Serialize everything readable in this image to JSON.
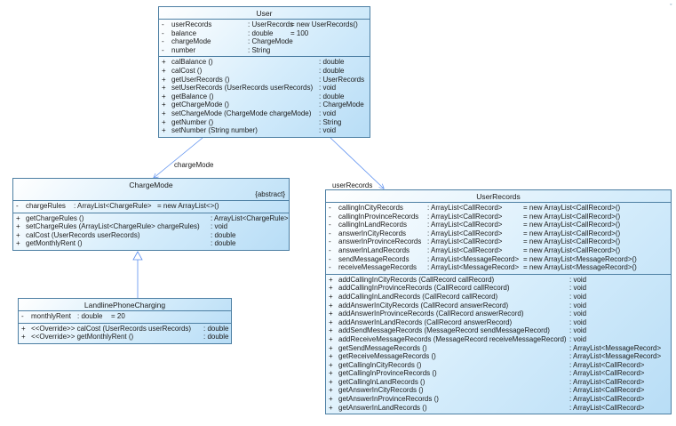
{
  "classes": {
    "user": {
      "name": "User",
      "attributes": [
        {
          "vis": "-",
          "name": "userRecords",
          "type": ": UserRecords",
          "init": "= new UserRecords()"
        },
        {
          "vis": "-",
          "name": "balance",
          "type": ": double",
          "init": "= 100"
        },
        {
          "vis": "-",
          "name": "chargeMode",
          "type": ": ChargeMode",
          "init": ""
        },
        {
          "vis": "-",
          "name": "number",
          "type": ": String",
          "init": ""
        }
      ],
      "operations": [
        {
          "vis": "+",
          "sig": "calBalance ()",
          "ret": ": double"
        },
        {
          "vis": "+",
          "sig": "calCost ()",
          "ret": ": double"
        },
        {
          "vis": "+",
          "sig": "getUserRecords ()",
          "ret": ": UserRecords"
        },
        {
          "vis": "+",
          "sig": "setUserRecords (UserRecords userRecords)",
          "ret": ": void"
        },
        {
          "vis": "+",
          "sig": "getBalance ()",
          "ret": ": double"
        },
        {
          "vis": "+",
          "sig": "getChargeMode ()",
          "ret": ": ChargeMode"
        },
        {
          "vis": "+",
          "sig": "setChargeMode (ChargeMode chargeMode)",
          "ret": ": void"
        },
        {
          "vis": "+",
          "sig": "getNumber ()",
          "ret": ": String"
        },
        {
          "vis": "+",
          "sig": "setNumber (String number)",
          "ret": ": void"
        }
      ]
    },
    "chargeMode": {
      "name": "ChargeMode",
      "stereotype": "{abstract}",
      "attributes": [
        {
          "vis": "-",
          "name": "chargeRules",
          "type": ": ArrayList<ChargeRule>",
          "init": "= new ArrayList<>()"
        }
      ],
      "operations": [
        {
          "vis": "+",
          "sig": "getChargeRules ()",
          "ret": ": ArrayList<ChargeRule>"
        },
        {
          "vis": "+",
          "sig": "setChargeRules (ArrayList<ChargeRule> chargeRules)",
          "ret": ": void"
        },
        {
          "vis": "+",
          "sig": "calCost (UserRecords userRecords)",
          "ret": ": double"
        },
        {
          "vis": "+",
          "sig": "getMonthlyRent ()",
          "ret": ": double"
        }
      ]
    },
    "landline": {
      "name": "LandlinePhoneCharging",
      "attributes": [
        {
          "vis": "-",
          "name": "monthlyRent",
          "type": ": double",
          "init": "= 20"
        }
      ],
      "operations": [
        {
          "vis": "+",
          "sig": "<<Override>>  calCost (UserRecords userRecords)",
          "ret": ": double"
        },
        {
          "vis": "+",
          "sig": "<<Override>>  getMonthlyRent ()",
          "ret": ": double"
        }
      ]
    },
    "userRecords": {
      "name": "UserRecords",
      "attributes": [
        {
          "vis": "-",
          "name": "callingInCityRecords",
          "type": ": ArrayList<CallRecord>",
          "init": "= new ArrayList<CallRecord>()"
        },
        {
          "vis": "-",
          "name": "callingInProvinceRecords",
          "type": ": ArrayList<CallRecord>",
          "init": "= new ArrayList<CallRecord>()"
        },
        {
          "vis": "-",
          "name": "callingInLandRecords",
          "type": ": ArrayList<CallRecord>",
          "init": "= new ArrayList<CallRecord>()"
        },
        {
          "vis": "-",
          "name": "answerInCityRecords",
          "type": ": ArrayList<CallRecord>",
          "init": "= new ArrayList<CallRecord>()"
        },
        {
          "vis": "-",
          "name": "answerInProvinceRecords",
          "type": ": ArrayList<CallRecord>",
          "init": "= new ArrayList<CallRecord>()"
        },
        {
          "vis": "-",
          "name": "answerInLandRecords",
          "type": ": ArrayList<CallRecord>",
          "init": "= new ArrayList<CallRecord>()"
        },
        {
          "vis": "-",
          "name": "sendMessageRecords",
          "type": ": ArrayList<MessageRecord>",
          "init": "= new ArrayList<MessageRecord>()"
        },
        {
          "vis": "-",
          "name": "receiveMessageRecords",
          "type": ": ArrayList<MessageRecord>",
          "init": "= new ArrayList<MessageRecord>()"
        }
      ],
      "operations": [
        {
          "vis": "+",
          "sig": "addCallingInCityRecords (CallRecord callRecord)",
          "ret": ": void"
        },
        {
          "vis": "+",
          "sig": "addCallingInProvinceRecords (CallRecord callRecord)",
          "ret": ": void"
        },
        {
          "vis": "+",
          "sig": "addCallingInLandRecords (CallRecord callRecord)",
          "ret": ": void"
        },
        {
          "vis": "+",
          "sig": "addAnswerInCityRecords (CallRecord answerRecord)",
          "ret": ": void"
        },
        {
          "vis": "+",
          "sig": "addAnswerInProvinceRecords (CallRecord answerRecord)",
          "ret": ": void"
        },
        {
          "vis": "+",
          "sig": "addAnswerInLandRecords (CallRecord answerRecord)",
          "ret": ": void"
        },
        {
          "vis": "+",
          "sig": "addSendMessageRecords (MessageRecord sendMessageRecord)",
          "ret": ": void"
        },
        {
          "vis": "+",
          "sig": "addReceiveMessageRecords (MessageRecord receiveMessageRecord)",
          "ret": ": void"
        },
        {
          "vis": "+",
          "sig": "getSendMessageRecords ()",
          "ret": ": ArrayList<MessageRecord>"
        },
        {
          "vis": "+",
          "sig": "getReceiveMessageRecords ()",
          "ret": ": ArrayList<MessageRecord>"
        },
        {
          "vis": "+",
          "sig": "getCallingInCityRecords ()",
          "ret": ": ArrayList<CallRecord>"
        },
        {
          "vis": "+",
          "sig": "getCallingInProvinceRecords ()",
          "ret": ": ArrayList<CallRecord>"
        },
        {
          "vis": "+",
          "sig": "getCallingInLandRecords ()",
          "ret": ": ArrayList<CallRecord>"
        },
        {
          "vis": "+",
          "sig": "getAnswerInCityRecords ()",
          "ret": ": ArrayList<CallRecord>"
        },
        {
          "vis": "+",
          "sig": "getAnswerInProvinceRecords ()",
          "ret": ": ArrayList<CallRecord>"
        },
        {
          "vis": "+",
          "sig": "getAnswerInLandRecords ()",
          "ret": ": ArrayList<CallRecord>"
        }
      ]
    }
  },
  "edges": {
    "user_chargeMode_label": "chargeMode",
    "user_userRecords_label": "userRecords"
  },
  "colors": {
    "border": "#4d7fa3",
    "line": "#5b8ff0",
    "fill_light": "#ffffff",
    "fill_dark": "#b8ddf6"
  }
}
